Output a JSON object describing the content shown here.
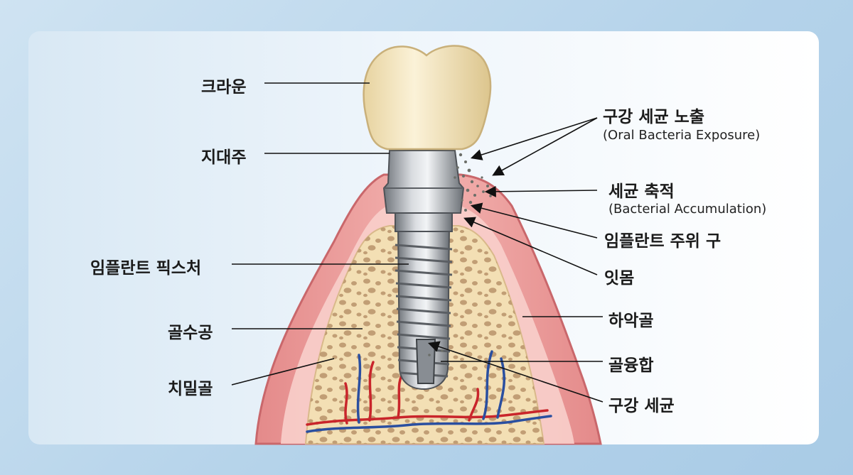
{
  "labels": {
    "crown": "크라운",
    "abutment": "지대주",
    "implant_fixture": "임플란트 픽스처",
    "cancellous_bone": "골수공",
    "cortical_bone": "치밀골",
    "oral_bacteria_exposure": "구강 세균 노출",
    "oral_bacteria_exposure_en": "(Oral Bacteria Exposure)",
    "bacterial_accumulation": "세균 축적",
    "bacterial_accumulation_en": "(Bacterial Accumulation)",
    "peri_implant_sulcus": "임플란트 주위 구",
    "gingiva": "잇몸",
    "mandible": "하악골",
    "osseointegration": "골융합",
    "oral_bacteria": "구강 세균"
  },
  "colors": {
    "gum": "#e98e8e",
    "gum_light": "#f6c3c0",
    "bone": "#f3dfb4",
    "bone_pore": "#b8936a",
    "metal": "#a9adb3",
    "crown": "#f6e9c4",
    "artery": "#c9252b",
    "vein": "#2a4fa0"
  }
}
